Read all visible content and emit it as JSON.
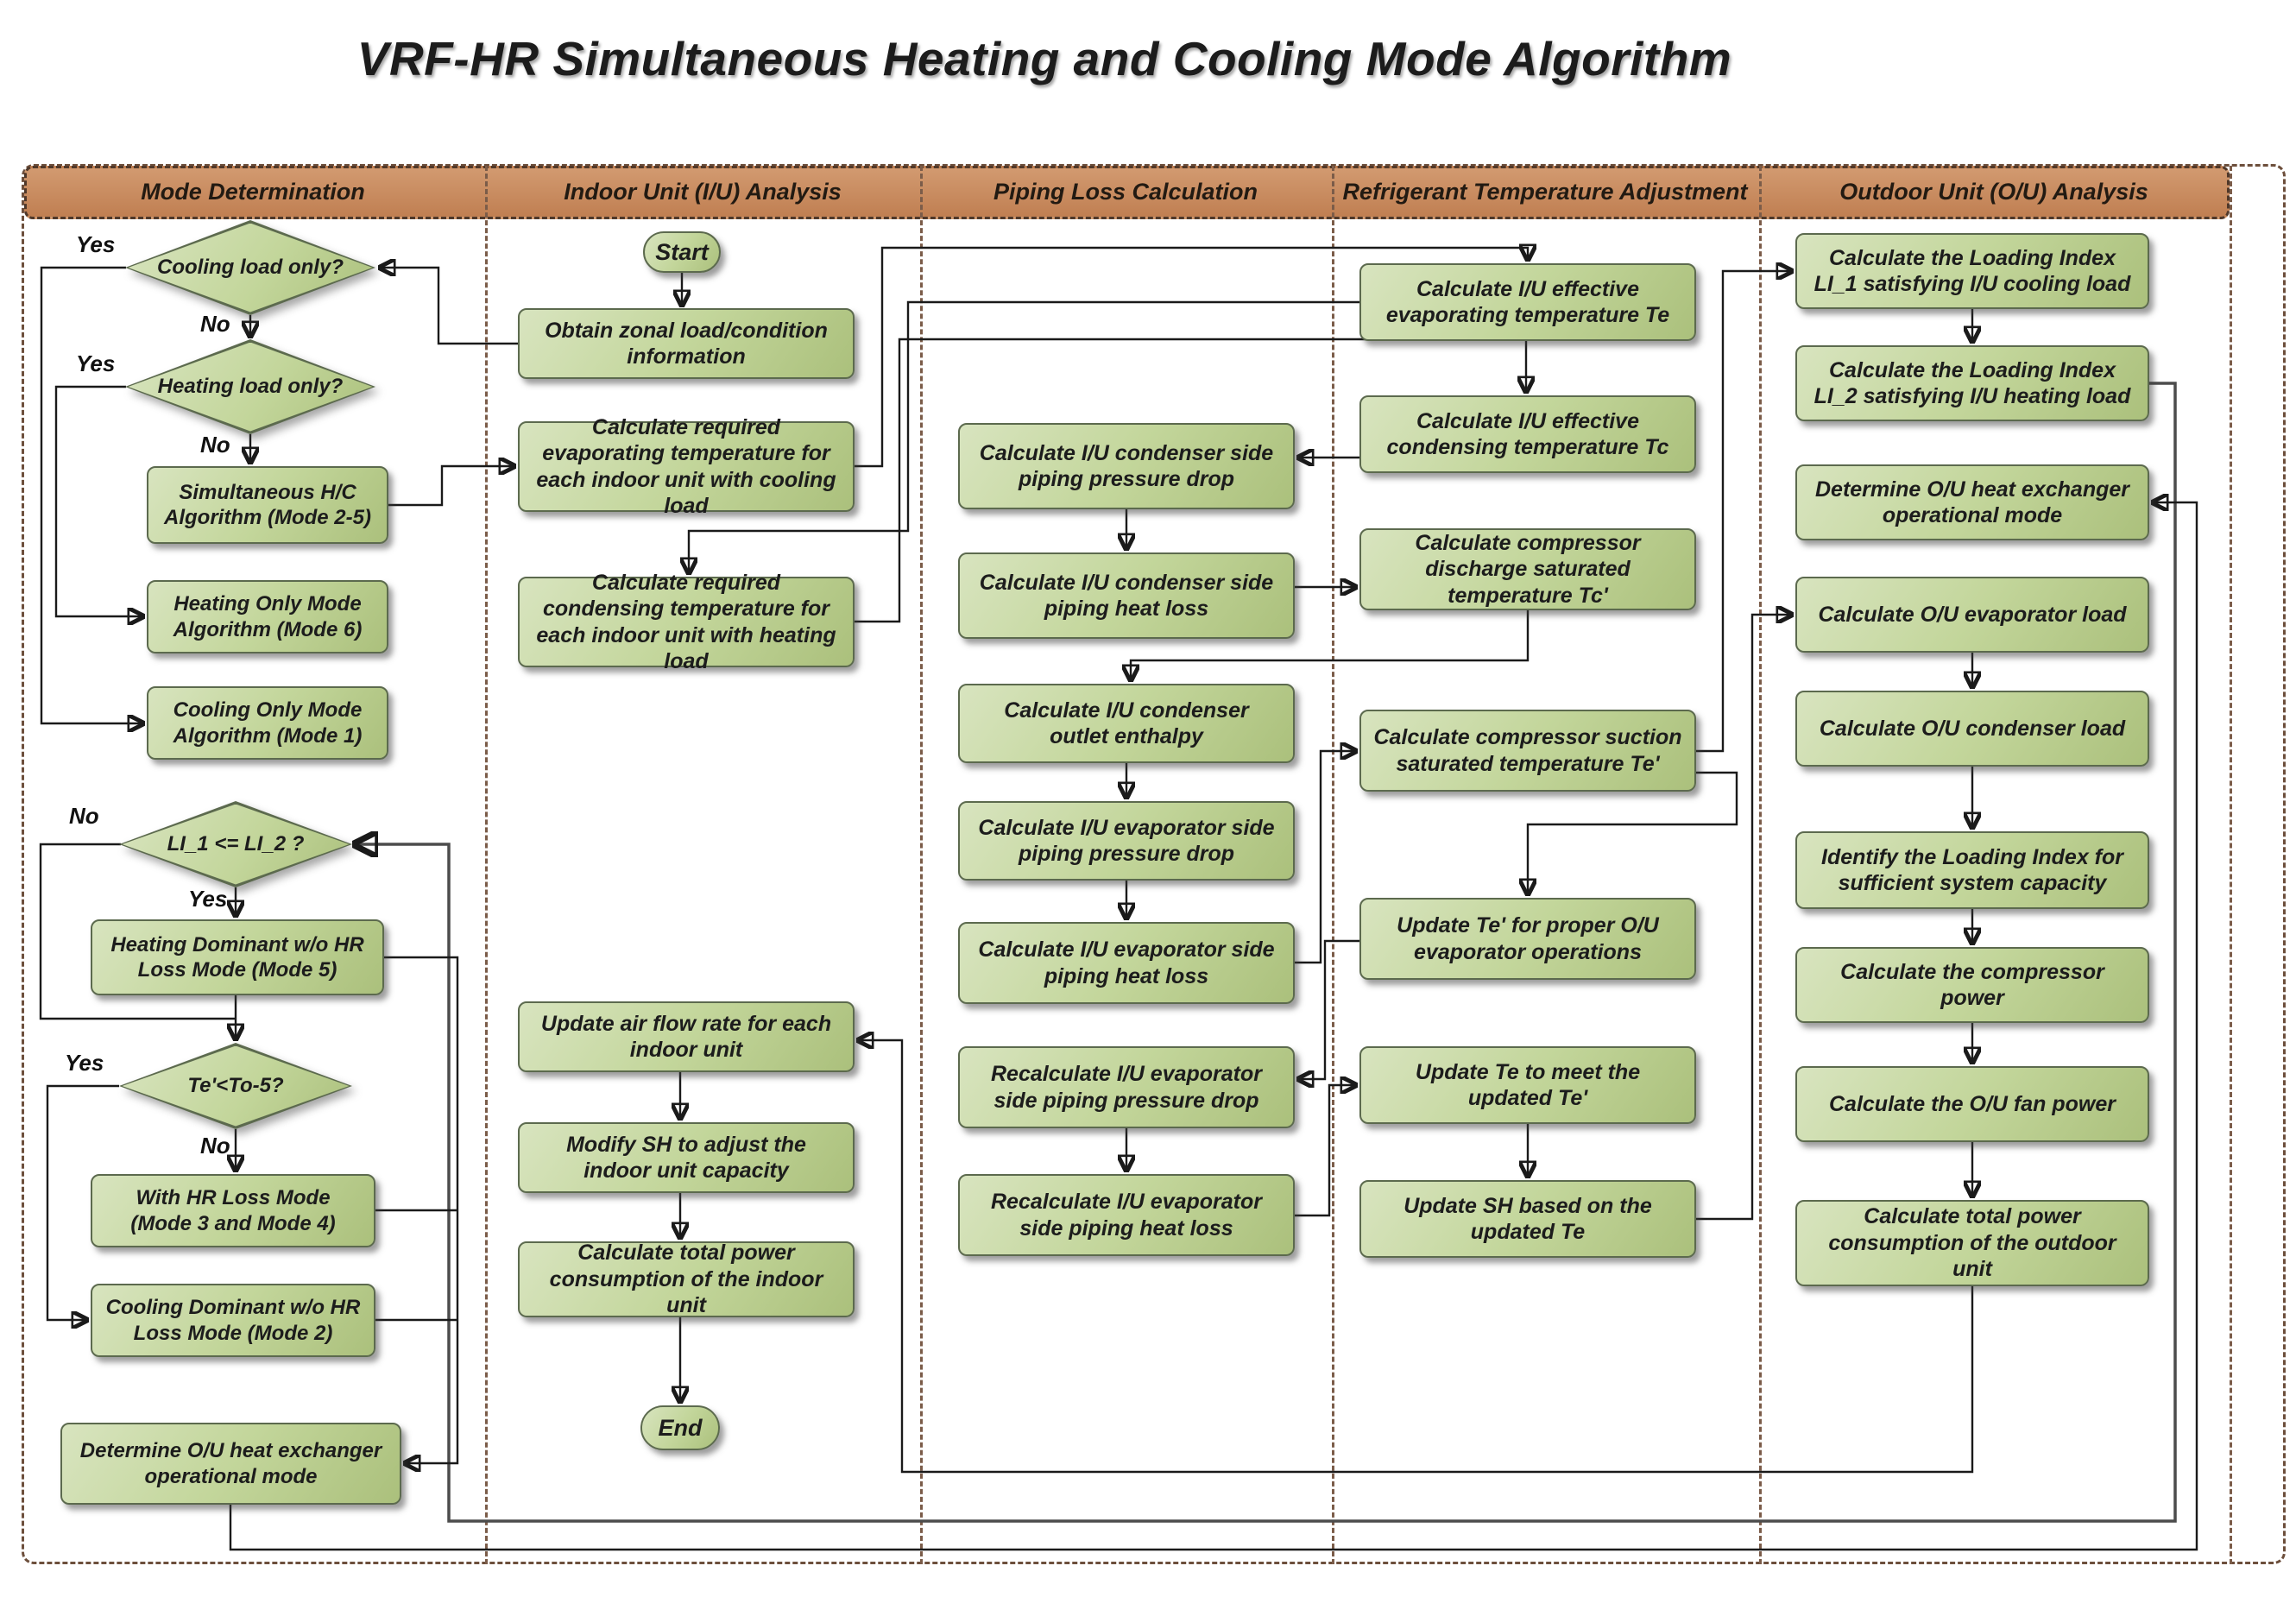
{
  "title": "VRF-HR Simultaneous Heating and Cooling Mode Algorithm",
  "lanes": [
    {
      "label": "Mode Determination"
    },
    {
      "label": "Indoor Unit (I/U) Analysis"
    },
    {
      "label": "Piping Loss Calculation"
    },
    {
      "label": "Refrigerant Temperature Adjustment"
    },
    {
      "label": "Outdoor Unit (O/U) Analysis"
    }
  ],
  "labels": {
    "yes": "Yes",
    "no": "No"
  },
  "nodes": {
    "start": {
      "label": "Start"
    },
    "end": {
      "label": "End"
    },
    "d_cooling": {
      "label": "Cooling load only?"
    },
    "d_heating": {
      "label": "Heating load only?"
    },
    "simultaneous": {
      "label": "Simultaneous H/C Algorithm (Mode 2-5)"
    },
    "heating_only": {
      "label": "Heating Only Mode Algorithm (Mode 6)"
    },
    "cooling_only": {
      "label": "Cooling Only Mode Algorithm (Mode 1)"
    },
    "d_li": {
      "label": "LI_1 <= LI_2 ?"
    },
    "heating_dominant": {
      "label": "Heating Dominant w/o HR Loss Mode (Mode 5)"
    },
    "d_te": {
      "label": "Te'<To-5?"
    },
    "with_hr": {
      "label": "With HR Loss Mode (Mode 3 and Mode 4)"
    },
    "cooling_dominant": {
      "label": "Cooling Dominant w/o HR Loss Mode (Mode 2)"
    },
    "determine_ou_lane1": {
      "label": "Determine O/U heat exchanger operational mode"
    },
    "obtain": {
      "label": "Obtain zonal load/condition information"
    },
    "calc_evap_temp": {
      "label": "Calculate required evaporating temperature for each indoor unit with cooling load"
    },
    "calc_cond_temp": {
      "label": "Calculate required condensing temperature for each indoor unit with heating load"
    },
    "update_airflow": {
      "label": "Update air flow rate for each indoor unit"
    },
    "modify_sh": {
      "label": "Modify SH to adjust the indoor unit capacity"
    },
    "total_power_iu": {
      "label": "Calculate total power consumption of the indoor unit"
    },
    "cond_pd": {
      "label": "Calculate I/U condenser side piping pressure drop"
    },
    "cond_hl": {
      "label": "Calculate I/U condenser side piping heat loss"
    },
    "enthalpy": {
      "label": "Calculate I/U condenser outlet enthalpy"
    },
    "evap_pd": {
      "label": "Calculate I/U evaporator side piping pressure drop"
    },
    "evap_hl": {
      "label": "Calculate I/U evaporator side piping heat loss"
    },
    "recalc_pd": {
      "label": "Recalculate I/U evaporator side piping pressure drop"
    },
    "recalc_hl": {
      "label": "Recalculate I/U evaporator side piping heat loss"
    },
    "te": {
      "label": "Calculate I/U effective evaporating temperature Te"
    },
    "tc": {
      "label": "Calculate I/U effective condensing temperature Tc"
    },
    "tc_prime": {
      "label": "Calculate compressor discharge saturated temperature Tc'"
    },
    "te_prime": {
      "label": "Calculate compressor suction saturated temperature Te'"
    },
    "update_te_prime": {
      "label": "Update Te' for proper O/U evaporator operations"
    },
    "update_te": {
      "label": "Update Te to meet the updated Te'"
    },
    "update_sh": {
      "label": "Update SH based on the updated Te"
    },
    "li1": {
      "label": "Calculate the Loading Index LI_1 satisfying I/U cooling load"
    },
    "li2": {
      "label": "Calculate the Loading Index LI_2 satisfying I/U heating load"
    },
    "determine_ou_lane5": {
      "label": "Determine O/U heat exchanger operational mode"
    },
    "evap_load": {
      "label": "Calculate O/U evaporator load"
    },
    "cond_load": {
      "label": "Calculate O/U condenser load"
    },
    "identify_li": {
      "label": "Identify the Loading Index for sufficient system capacity"
    },
    "comp_power": {
      "label": "Calculate the compressor power"
    },
    "fan_power": {
      "label": "Calculate the O/U fan power"
    },
    "total_power_ou": {
      "label": "Calculate total power consumption of the outdoor unit"
    }
  },
  "colors": {
    "header_fill1": "#d29a70",
    "header_fill2": "#c07f52",
    "box_light": "#d8e4bf",
    "box_mid": "#c3d69b",
    "box_dark": "#abc07c",
    "box_border": "#5c6a4e",
    "lane_border": "#6d4f3c",
    "wire": "#1a1a1a",
    "ink": "#1c1c1c"
  }
}
